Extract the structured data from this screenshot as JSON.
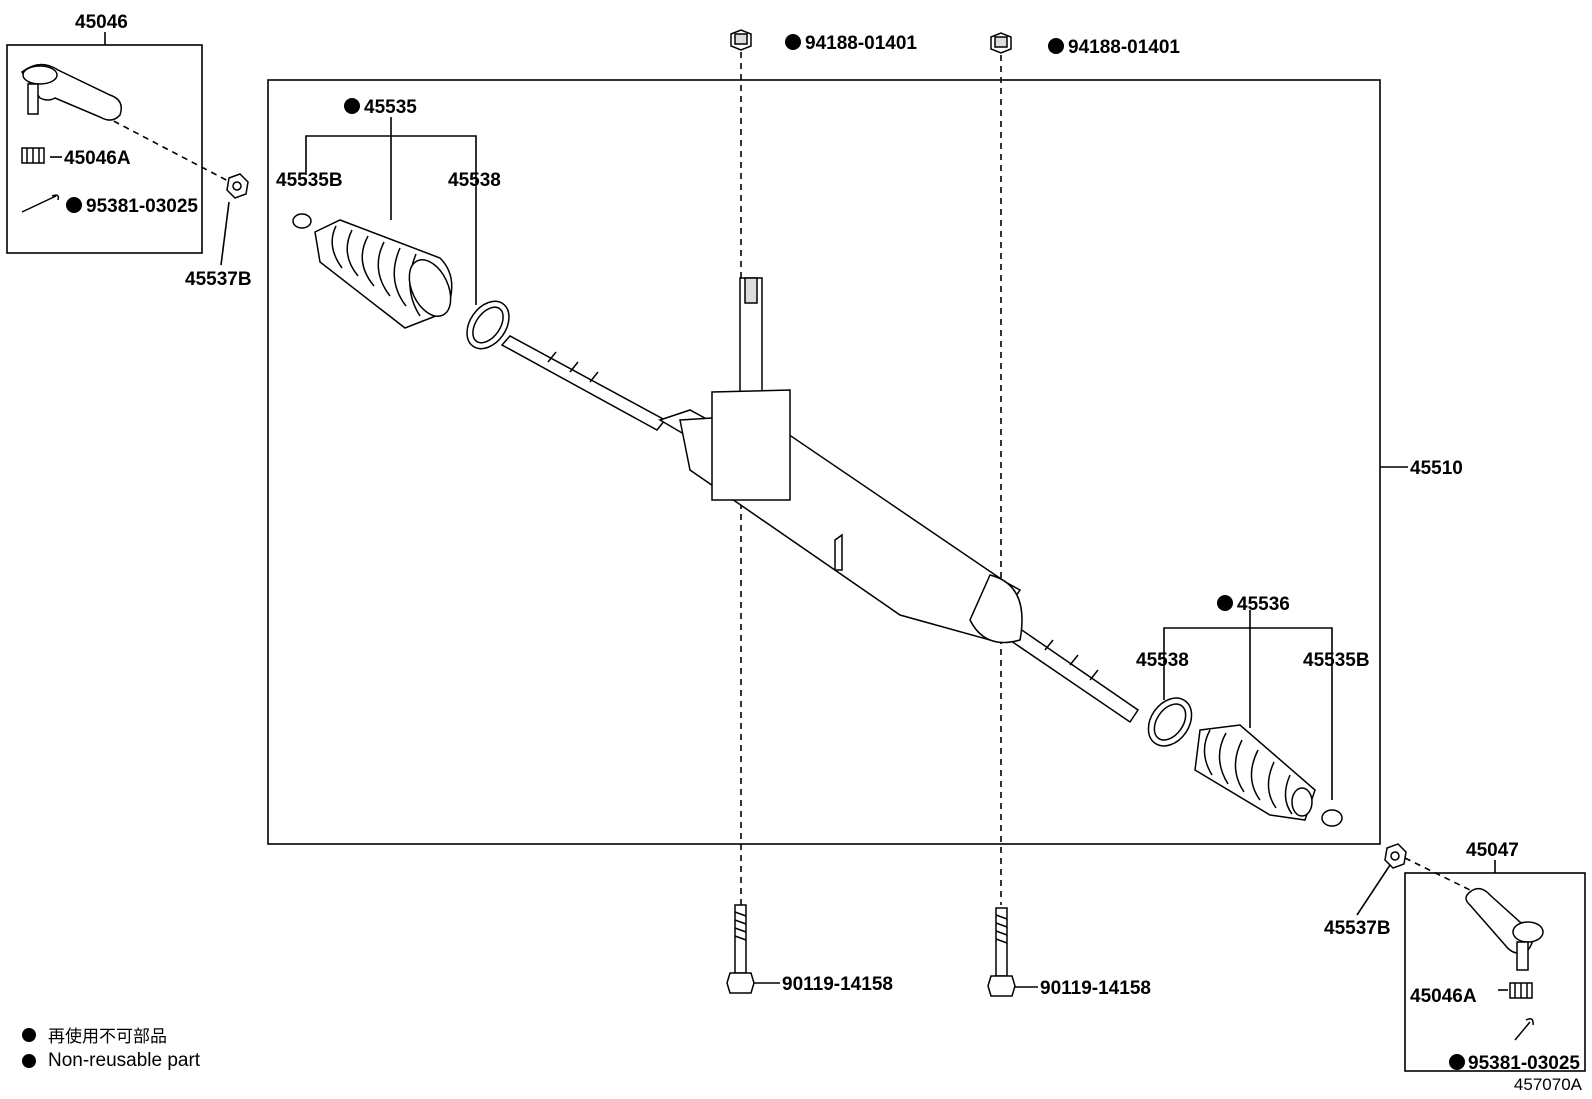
{
  "parts": {
    "p45046": "45046",
    "p45046a_left": "45046A",
    "pin_left": "95381-03025",
    "p45537b_left": "45537B",
    "nut_top_left": "94188-01401",
    "nut_top_right": "94188-01401",
    "p45535": "45535",
    "p45535b_left": "45535B",
    "p45538_left": "45538",
    "p45510": "45510",
    "p45536": "45536",
    "p45538_right": "45538",
    "p45535b_right": "45535B",
    "bolt_left": "90119-14158",
    "bolt_right": "90119-14158",
    "p45047": "45047",
    "p45537b_right": "45537B",
    "p45046a_right": "45046A",
    "pin_right": "95381-03025"
  },
  "legend": {
    "japanese": "再使用不可部品",
    "english": "Non-reusable part"
  },
  "figure_id": "457070A"
}
